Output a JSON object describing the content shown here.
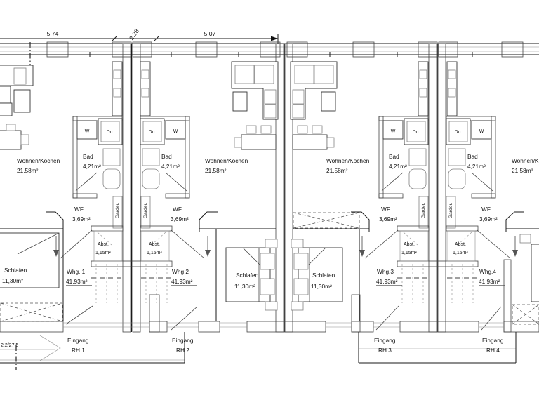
{
  "dimensions": {
    "seg1": "5.74",
    "seg2": "2,28",
    "seg3": "5.07"
  },
  "site_marker": "2.2/27.5",
  "rooms": {
    "living": {
      "name": "Wohnen/Kochen",
      "area": "21,58m²"
    },
    "bath": {
      "name": "Bad",
      "area": "4,21m²"
    },
    "hall": {
      "name": "WF",
      "area": "3,69m²"
    },
    "bedroom": {
      "name": "Schlafen",
      "area": "11,30m²"
    },
    "storage": {
      "name": "Abst.",
      "area": "1,15m²"
    },
    "wardrobe": {
      "name": "Garder."
    }
  },
  "fixtures": {
    "washer": "W",
    "shower": "Du."
  },
  "units": [
    {
      "label": "Whg. 1",
      "area": "41,93m²",
      "entrance": "Eingang",
      "house": "RH 1"
    },
    {
      "label": "Whg 2",
      "area": "41,93m²",
      "entrance": "Eingang",
      "house": "RH 2"
    },
    {
      "label": "Whg.3",
      "area": "41,93m²",
      "entrance": "Eingang",
      "house": "RH 3"
    },
    {
      "label": "Whg.4",
      "area": "41,93m²",
      "entrance": "Eingang",
      "house": "RH 4"
    }
  ]
}
